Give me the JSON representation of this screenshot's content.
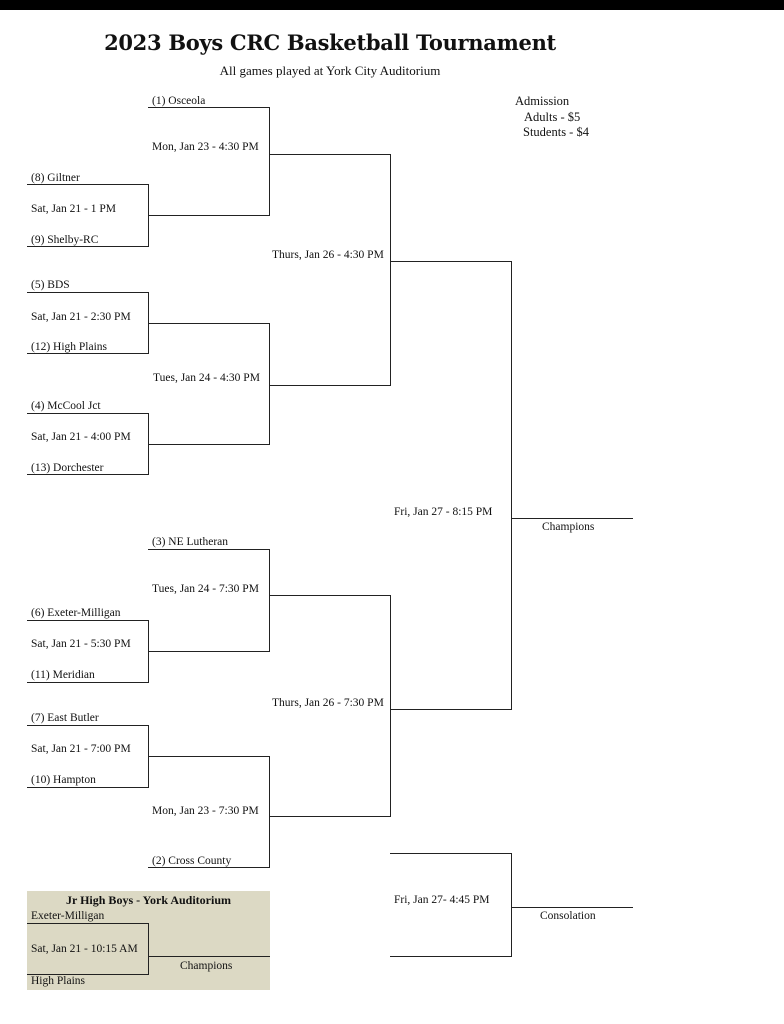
{
  "title": "2023 Boys CRC Basketball Tournament",
  "subtitle": "All games played at York City Auditorium",
  "admission": {
    "heading": "Admission",
    "adults": "Adults - $5",
    "students": "Students - $4"
  },
  "teams": {
    "seed1": "(1) Osceola",
    "seed8": "(8) Giltner",
    "seed9": "(9) Shelby-RC",
    "seed5": "(5) BDS",
    "seed12": "(12) High Plains",
    "seed4": "(4) McCool Jct",
    "seed13": "(13) Dorchester",
    "seed3": "(3) NE Lutheran",
    "seed6": "(6) Exeter-Milligan",
    "seed11": "(11) Meridian",
    "seed7": "(7) East Butler",
    "seed10": "(10) Hampton",
    "seed2": "(2) Cross County"
  },
  "games": {
    "g_8_9": "Sat, Jan 21 - 1 PM",
    "g_1": "Mon, Jan 23 - 4:30 PM",
    "g_5_12": "Sat, Jan 21 - 2:30 PM",
    "g_4_13": "Sat, Jan 21 - 4:00 PM",
    "g_tue1": "Tues, Jan 24 - 4:30 PM",
    "g_semi1": "Thurs, Jan 26 - 4:30 PM",
    "g_tue2": "Tues, Jan 24 - 7:30 PM",
    "g_6_11": "Sat, Jan 21 - 5:30 PM",
    "g_7_10": "Sat, Jan 21 - 7:00 PM",
    "g_2": "Mon, Jan 23 - 7:30 PM",
    "g_semi2": "Thurs, Jan 26 - 7:30 PM",
    "g_final": "Fri, Jan 27 - 8:15 PM",
    "g_consolation": "Fri, Jan 27- 4:45 PM"
  },
  "results": {
    "champions": "Champions",
    "consolation": "Consolation"
  },
  "jr_high": {
    "title": "Jr High Boys - York Auditorium",
    "team1": "Exeter-Milligan",
    "game": "Sat, Jan 21 - 10:15 AM",
    "team2": "High Plains",
    "champions": "Champions"
  },
  "colors": {
    "jr_box_background": "#dcd9c4",
    "lines": "#222222"
  }
}
